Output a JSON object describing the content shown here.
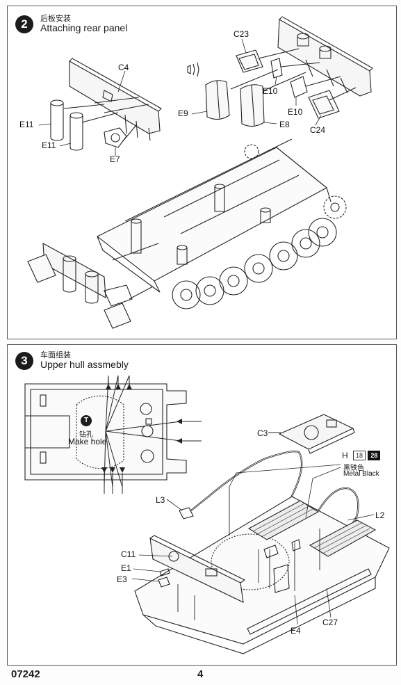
{
  "step2": {
    "number": "2",
    "title_cn": "后板安装",
    "title_en": "Attaching rear panel",
    "labels": {
      "c4": "C4",
      "e11a": "E11",
      "e11b": "E11",
      "e7": "E7",
      "c23": "C23",
      "e10a": "E10",
      "e10b": "E10",
      "e9": "E9",
      "e8": "E8",
      "c24": "C24"
    }
  },
  "step3": {
    "number": "3",
    "title_cn": "车面组装",
    "title_en": "Upper hull assmebly",
    "tool": {
      "symbol": "T",
      "text_cn": "钻孔",
      "text_en": "Make hole"
    },
    "paint": {
      "letter": "H",
      "code_a": "18",
      "code_b": "28",
      "name_cn": "黑铁色",
      "name_en": "Metal Black"
    },
    "labels": {
      "c3": "C3",
      "l3": "L3",
      "l2": "L2",
      "c11": "C11",
      "e1": "E1",
      "e3": "E3",
      "e4": "E4",
      "c27": "C27"
    }
  },
  "footer": {
    "product_code": "07242",
    "page_number": "4"
  }
}
